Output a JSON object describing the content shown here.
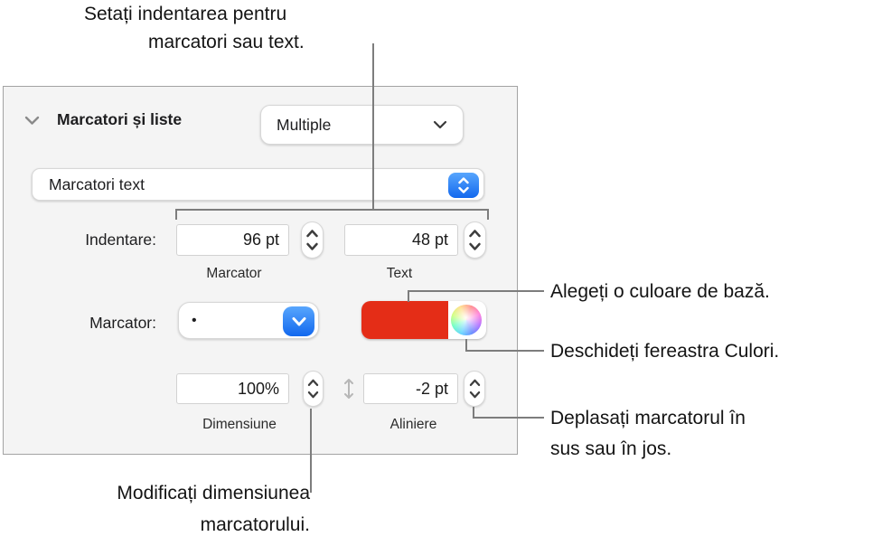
{
  "callouts": {
    "indent_line1": "Setați indentarea pentru",
    "indent_line2": "marcatori sau text.",
    "base_color": "Alegeți o culoare de bază.",
    "colors_window": "Deschideți fereastra Culori.",
    "move_line1": "Deplasați marcatorul în",
    "move_line2": "sus sau în jos.",
    "size_line1": "Modificați dimensiunea",
    "size_line2": "marcatorului."
  },
  "panel": {
    "title": "Marcatori și liste",
    "style_popup": {
      "value": "Multiple"
    },
    "type_popup": {
      "value": "Marcatori text"
    },
    "indent_label": "Indentare:",
    "bullet_indent": {
      "value": "96 pt",
      "caption": "Marcator"
    },
    "text_indent": {
      "value": "48 pt",
      "caption": "Text"
    },
    "bullet_label": "Marcator:",
    "bullet_popup": {
      "value": "•"
    },
    "size_field": {
      "value": "100%",
      "caption": "Dimensiune"
    },
    "align_field": {
      "value": "-2 pt",
      "caption": "Aliniere"
    }
  },
  "icons": {
    "disclosure": "chevron-down-icon",
    "style_popup": "chevron-down-icon",
    "type_popup": "up-down-chevrons-icon",
    "bullet_popup": "chevron-down-icon",
    "stepper": "up-down-chevrons-icon",
    "color_wheel": "color-wheel-icon",
    "nudge": "vertical-double-arrow-icon"
  },
  "colors": {
    "accent_blue": "#2e7ef7",
    "swatch_red": "#e42d17",
    "callout_line": "#7d7d7d",
    "panel_bg": "#f4f4f4",
    "panel_border": "#a3a3a3"
  }
}
